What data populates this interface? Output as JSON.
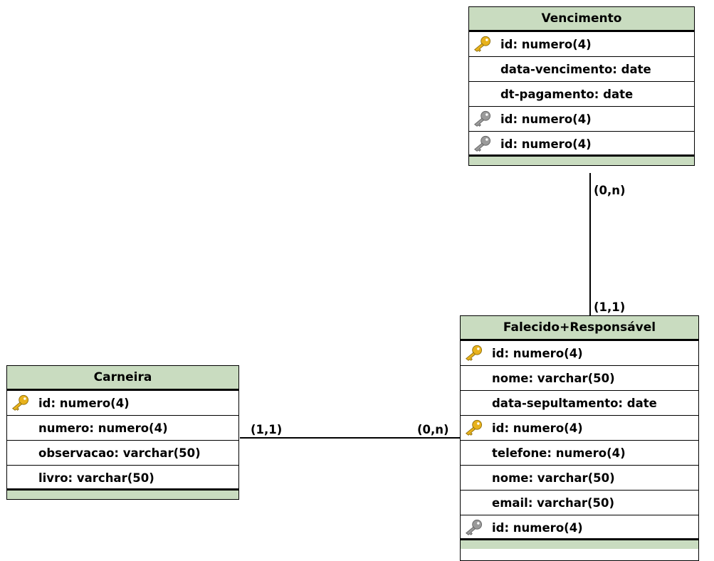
{
  "entities": {
    "vencimento": {
      "title": "Vencimento",
      "rows": [
        {
          "text": "id: numero(4)",
          "key": "primary"
        },
        {
          "text": "data-vencimento: date",
          "key": "none"
        },
        {
          "text": "dt-pagamento: date",
          "key": "none"
        },
        {
          "text": "id: numero(4)",
          "key": "foreign"
        },
        {
          "text": "id: numero(4)",
          "key": "foreign"
        }
      ]
    },
    "falecido": {
      "title": "Falecido+Responsável",
      "rows": [
        {
          "text": "id: numero(4)",
          "key": "primary"
        },
        {
          "text": "nome: varchar(50)",
          "key": "none"
        },
        {
          "text": "data-sepultamento: date",
          "key": "none"
        },
        {
          "text": "id: numero(4)",
          "key": "primary"
        },
        {
          "text": "telefone: numero(4)",
          "key": "none"
        },
        {
          "text": "nome: varchar(50)",
          "key": "none"
        },
        {
          "text": "email: varchar(50)",
          "key": "none"
        },
        {
          "text": "id: numero(4)",
          "key": "foreign"
        }
      ]
    },
    "carneira": {
      "title": "Carneira",
      "rows": [
        {
          "text": "id: numero(4)",
          "key": "primary"
        },
        {
          "text": "numero: numero(4)",
          "key": "none"
        },
        {
          "text": "observacao: varchar(50)",
          "key": "none"
        },
        {
          "text": "livro: varchar(50)",
          "key": "none"
        }
      ]
    }
  },
  "relationships": {
    "venc_falecido": {
      "from_card": "(0,n)",
      "to_card": "(1,1)"
    },
    "carneira_falecido": {
      "from_card": "(1,1)",
      "to_card": "(0,n)"
    }
  },
  "icons": {
    "primary": "primary-key-icon",
    "foreign": "foreign-key-icon"
  },
  "colors": {
    "header_fill": "#c9dcc0",
    "primary_key": "#e8b21c",
    "foreign_key": "#9a9a9a"
  }
}
